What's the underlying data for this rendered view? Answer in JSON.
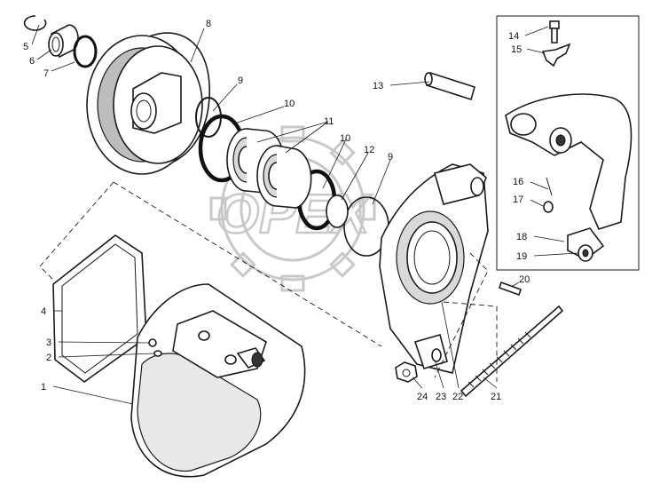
{
  "labels": {
    "l1": "1",
    "l2": "2",
    "l3": "3",
    "l4": "4",
    "l5": "5",
    "l6": "6",
    "l7": "7",
    "l8": "8",
    "l9a": "9",
    "l9b": "9",
    "l10a": "10",
    "l10b": "10",
    "l11": "11",
    "l12": "12",
    "l13": "13",
    "l14": "14",
    "l15": "15",
    "l16": "16",
    "l17": "17",
    "l18": "18",
    "l19": "19",
    "l20": "20",
    "l21": "21",
    "l22": "22",
    "l23": "23",
    "l24": "24"
  },
  "watermark": "OPEX"
}
